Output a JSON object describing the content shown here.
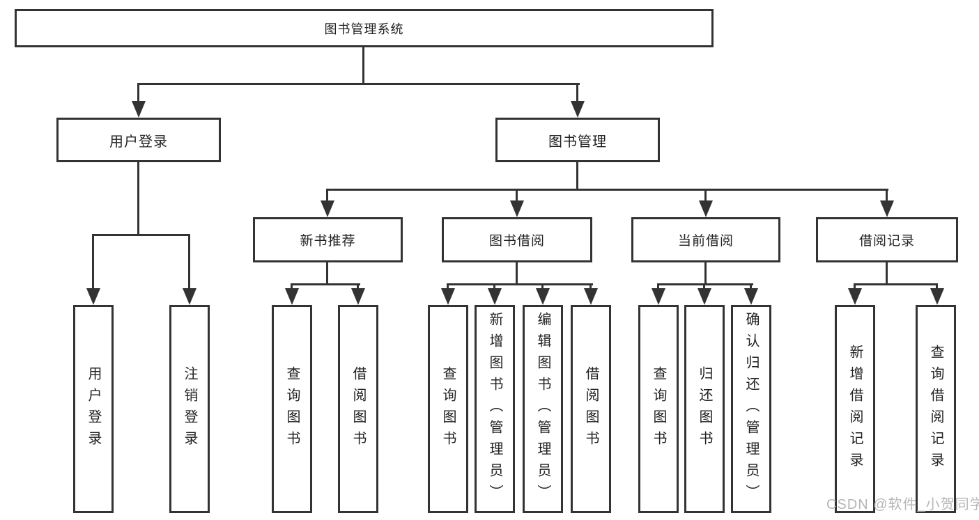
{
  "colors": {
    "line": "#333333",
    "text": "#222222",
    "background": "#ffffff",
    "watermark_color": "#b7b7b7"
  },
  "root": {
    "label": "图书管理系统"
  },
  "level1": [
    {
      "label": "用户登录"
    },
    {
      "label": "图书管理"
    }
  ],
  "level2": [
    {
      "label": "新书推荐",
      "parent": "图书管理"
    },
    {
      "label": "图书借阅",
      "parent": "图书管理"
    },
    {
      "label": "当前借阅",
      "parent": "图书管理"
    },
    {
      "label": "借阅记录",
      "parent": "图书管理"
    }
  ],
  "leaves": [
    {
      "label": "用户登录",
      "parent": "用户登录"
    },
    {
      "label": "注销登录",
      "parent": "用户登录"
    },
    {
      "label": "查询图书",
      "parent": "新书推荐"
    },
    {
      "label": "借阅图书",
      "parent": "新书推荐"
    },
    {
      "label": "查询图书",
      "parent": "图书借阅"
    },
    {
      "label": "新增图书（管理员）",
      "parent": "图书借阅"
    },
    {
      "label": "编辑图书（管理员）",
      "parent": "图书借阅"
    },
    {
      "label": "借阅图书",
      "parent": "图书借阅"
    },
    {
      "label": "查询图书",
      "parent": "当前借阅"
    },
    {
      "label": "归还图书",
      "parent": "当前借阅"
    },
    {
      "label": "确认归还（管理员）",
      "parent": "当前借阅"
    },
    {
      "label": "新增借阅记录",
      "parent": "借阅记录"
    },
    {
      "label": "查询借阅记录",
      "parent": "借阅记录"
    }
  ],
  "watermark": "CSDN @软件_小贺同学"
}
